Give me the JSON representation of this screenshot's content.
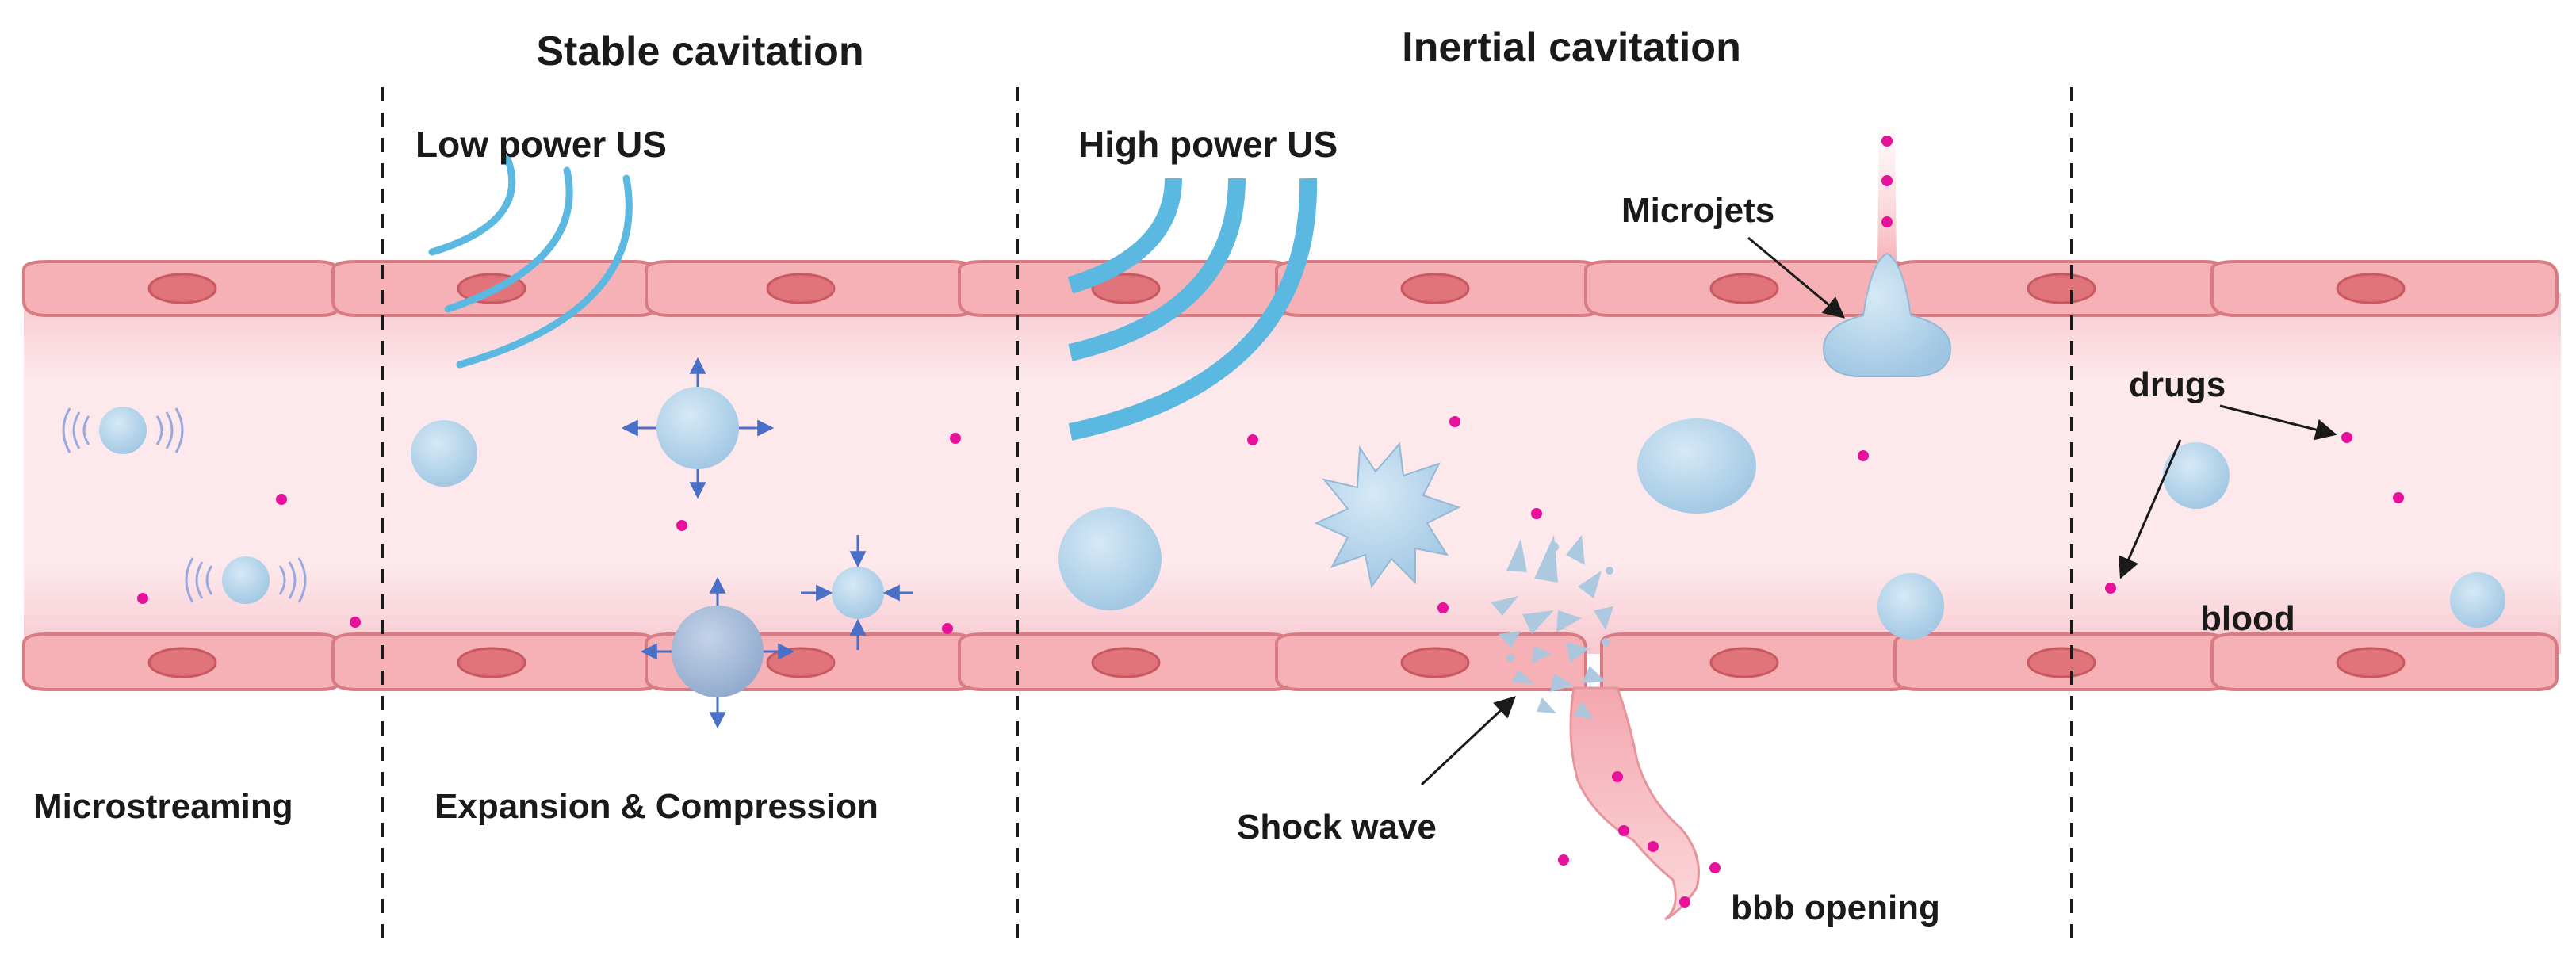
{
  "labels": {
    "stable_cavitation": "Stable cavitation",
    "inertial_cavitation": "Inertial cavitation",
    "low_power_us": "Low power US",
    "high_power_us": "High power US",
    "microjets": "Microjets",
    "drugs": "drugs",
    "blood": "blood",
    "microstreaming": "Microstreaming",
    "expansion_compression": "Expansion & Compression",
    "shock_wave": "Shock wave",
    "bbb_opening": "bbb opening"
  },
  "colors": {
    "vessel_lumen": "#fbe1e6",
    "cell_fill": "#f5aeb2",
    "cell_stroke": "#d97b82",
    "nucleus": "#e0747a",
    "bubble": "#a9cde6",
    "ultrasound_wave": "#5bb8e0",
    "drug": "#e8119b",
    "arrow_blue": "#4a6fc6",
    "divider": "#1a1a1a"
  }
}
